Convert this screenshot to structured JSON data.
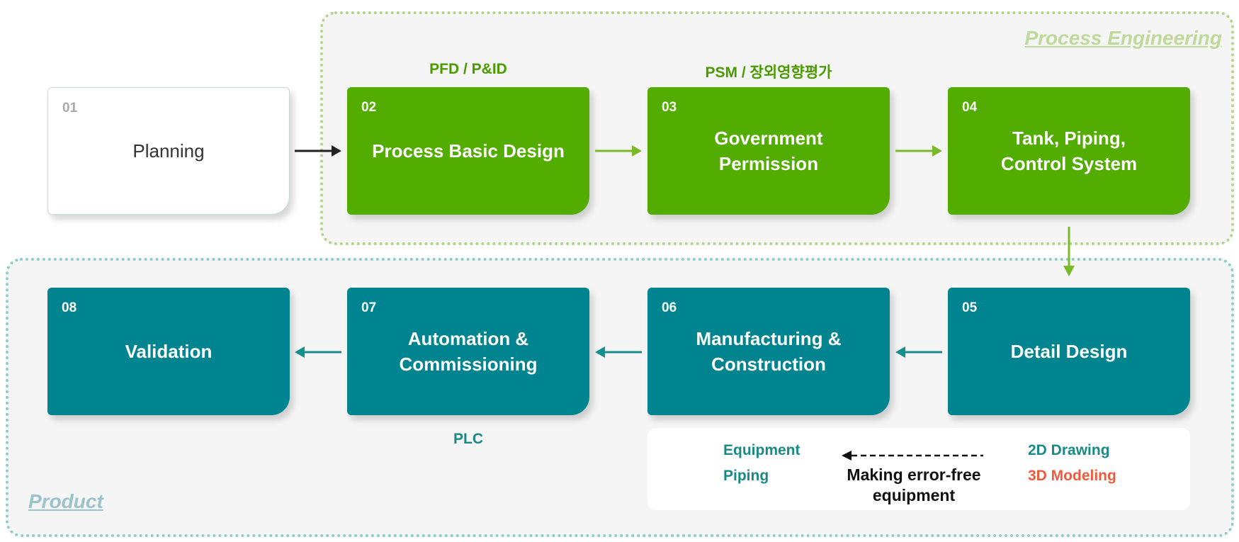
{
  "regions": {
    "process_engineering": "Process Engineering",
    "product": "Product"
  },
  "annotations": {
    "above_02": "PFD / P&ID",
    "above_03": "PSM / 장외영향평가",
    "below_07": "PLC"
  },
  "steps": [
    {
      "num": "01",
      "label": "Planning"
    },
    {
      "num": "02",
      "label": "Process Basic Design"
    },
    {
      "num": "03",
      "label": "Government\nPermission"
    },
    {
      "num": "04",
      "label": "Tank, Piping,\nControl System"
    },
    {
      "num": "05",
      "label": "Detail Design"
    },
    {
      "num": "06",
      "label": "Manufacturing &\nConstruction"
    },
    {
      "num": "07",
      "label": "Automation &\nCommissioning"
    },
    {
      "num": "08",
      "label": "Validation"
    }
  ],
  "info": {
    "left_items": [
      "Equipment",
      "Piping"
    ],
    "right_items": [
      "2D Drawing",
      "3D Modeling"
    ],
    "center_text": "Making error-free\nequipment"
  },
  "colors": {
    "green": "#52ad00",
    "teal": "#008590",
    "red": "#f05a3c",
    "arrow_dark": "#222222"
  },
  "icons": {
    "step_arrow": "arrow-right-icon",
    "flow_down": "arrow-down-icon",
    "flow_left": "arrow-left-icon",
    "dashed": "dashed-arrow-left-icon"
  }
}
